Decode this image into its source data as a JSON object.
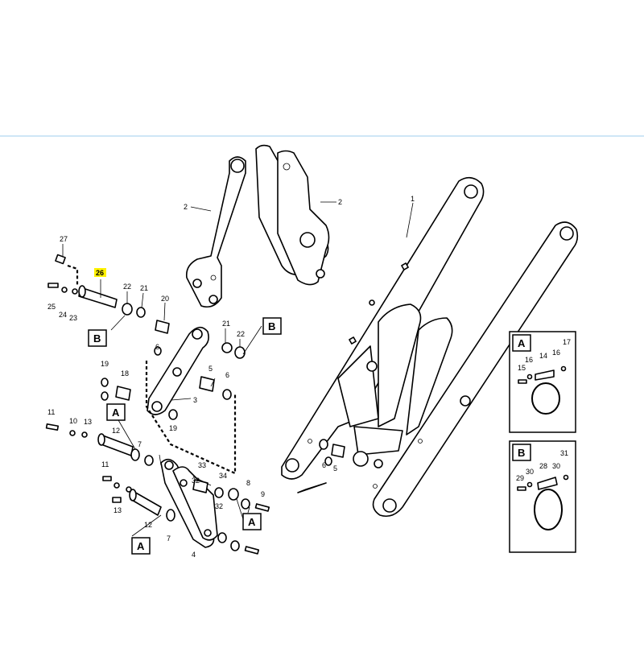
{
  "highlight_color": "#fff200",
  "separator_color": "#cfe6f6",
  "callouts": {
    "c1": "1",
    "c2a": "2",
    "c2b": "2",
    "c3": "3",
    "c4": "4",
    "c5a": "5",
    "c5b": "5",
    "c6a": "6",
    "c6b": "6",
    "c6c": "6",
    "c7a": "7",
    "c7b": "7",
    "c8": "8",
    "c9": "9",
    "c10": "10",
    "c11a": "11",
    "c11b": "11",
    "c12a": "12",
    "c12b": "12",
    "c13a": "13",
    "c13b": "13",
    "c18": "18",
    "c19a": "19",
    "c19b": "19",
    "c20": "20",
    "c21a": "21",
    "c21b": "21",
    "c22a": "22",
    "c22b": "22",
    "c23": "23",
    "c24": "24",
    "c25": "25",
    "c26": "26",
    "c27": "27",
    "c32a": "32",
    "c32b": "32",
    "c33": "33",
    "c34": "34"
  },
  "ref_boxes": {
    "b_left": "B",
    "b_right": "B",
    "a_upper": "A",
    "a_right": "A",
    "a_lower": "A"
  },
  "detail_a": {
    "title": "A",
    "labels": {
      "n14": "14",
      "n15": "15",
      "n16a": "16",
      "n16b": "16",
      "n17": "17"
    }
  },
  "detail_b": {
    "title": "B",
    "labels": {
      "n28": "28",
      "n29": "29",
      "n30a": "30",
      "n30b": "30",
      "n31": "31"
    }
  }
}
